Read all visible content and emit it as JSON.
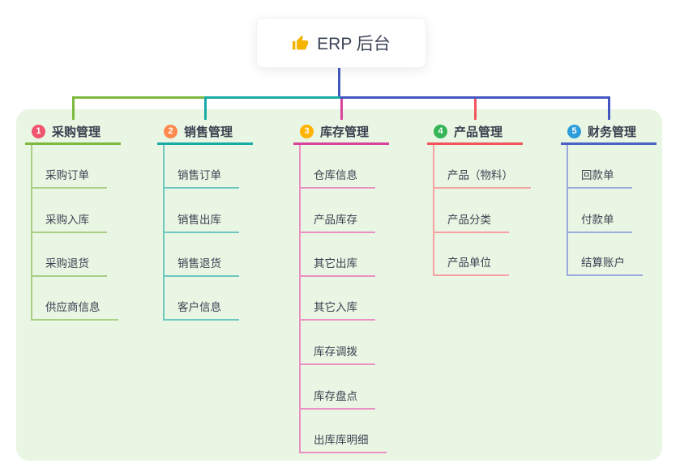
{
  "root": {
    "label": "ERP 后台",
    "icon": "thumbs-up"
  },
  "connector_color": "#4357c2",
  "panel_color": "#e9f6e3",
  "branches": [
    {
      "badge": "1",
      "label": "采购管理",
      "line_color": "#7cb93e",
      "child_line_color": "#a9cf85",
      "badge_color": "#f1556f",
      "children": [
        "采购订单",
        "采购入库",
        "采购退货",
        "供应商信息"
      ]
    },
    {
      "badge": "2",
      "label": "销售管理",
      "line_color": "#18aba5",
      "child_line_color": "#6ec6c1",
      "badge_color": "#ff8a50",
      "children": [
        "销售订单",
        "销售出库",
        "销售退货",
        "客户信息"
      ]
    },
    {
      "badge": "3",
      "label": "库存管理",
      "line_color": "#d8449b",
      "child_line_color": "#ea90c3",
      "badge_color": "#ffb300",
      "children": [
        "仓库信息",
        "产品库存",
        "其它出库",
        "其它入库",
        "库存调拨",
        "库存盘点",
        "出库库明细"
      ]
    },
    {
      "badge": "4",
      "label": "产品管理",
      "line_color": "#f2555d",
      "child_line_color": "#f7a0a4",
      "badge_color": "#35b558",
      "children": [
        "产品（物料）",
        "产品分类",
        "产品单位"
      ]
    },
    {
      "badge": "5",
      "label": "财务管理",
      "line_color": "#4a62c5",
      "child_line_color": "#9cabde",
      "badge_color": "#2d9cdb",
      "children": [
        "回款单",
        "付款单",
        "结算账户"
      ]
    }
  ]
}
